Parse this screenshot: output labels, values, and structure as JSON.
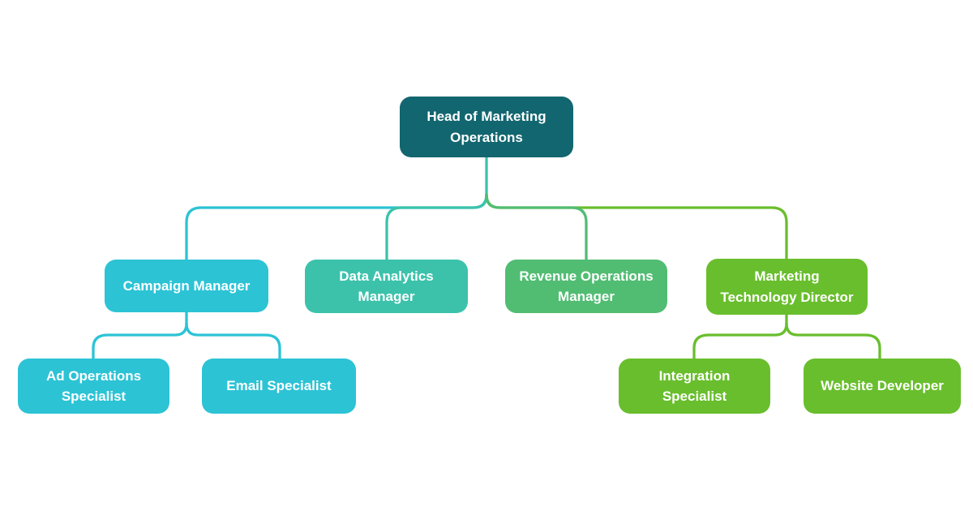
{
  "diagram": {
    "type": "org-chart",
    "background": "#FFFFFF",
    "text_color": "#FFFFFF"
  },
  "nodes": {
    "root": {
      "label": "Head of Marketing\nOperations",
      "color": "#12666F"
    },
    "campaign": {
      "label": "Campaign Manager",
      "color": "#2CC3D5"
    },
    "data": {
      "label": "Data Analytics\nManager",
      "color": "#3CC2AB"
    },
    "revenue": {
      "label": "Revenue Operations\nManager",
      "color": "#51BD73"
    },
    "martech": {
      "label": "Marketing\nTechnology Director",
      "color": "#69BE2D"
    },
    "adops": {
      "label": "Ad Operations\nSpecialist",
      "color": "#2CC3D5"
    },
    "email": {
      "label": "Email Specialist",
      "color": "#2CC3D5"
    },
    "integration": {
      "label": "Integration\nSpecialist",
      "color": "#69BE2D"
    },
    "website": {
      "label": "Website Developer",
      "color": "#69BE2D"
    }
  },
  "edges": {
    "stem_color": "#3CC2AB",
    "hierarchy": [
      {
        "parent": "Head of Marketing Operations",
        "children": [
          "Campaign Manager",
          "Data Analytics Manager",
          "Revenue Operations Manager",
          "Marketing Technology Director"
        ]
      },
      {
        "parent": "Campaign Manager",
        "children": [
          "Ad Operations Specialist",
          "Email Specialist"
        ]
      },
      {
        "parent": "Marketing Technology Director",
        "children": [
          "Integration Specialist",
          "Website Developer"
        ]
      }
    ]
  }
}
